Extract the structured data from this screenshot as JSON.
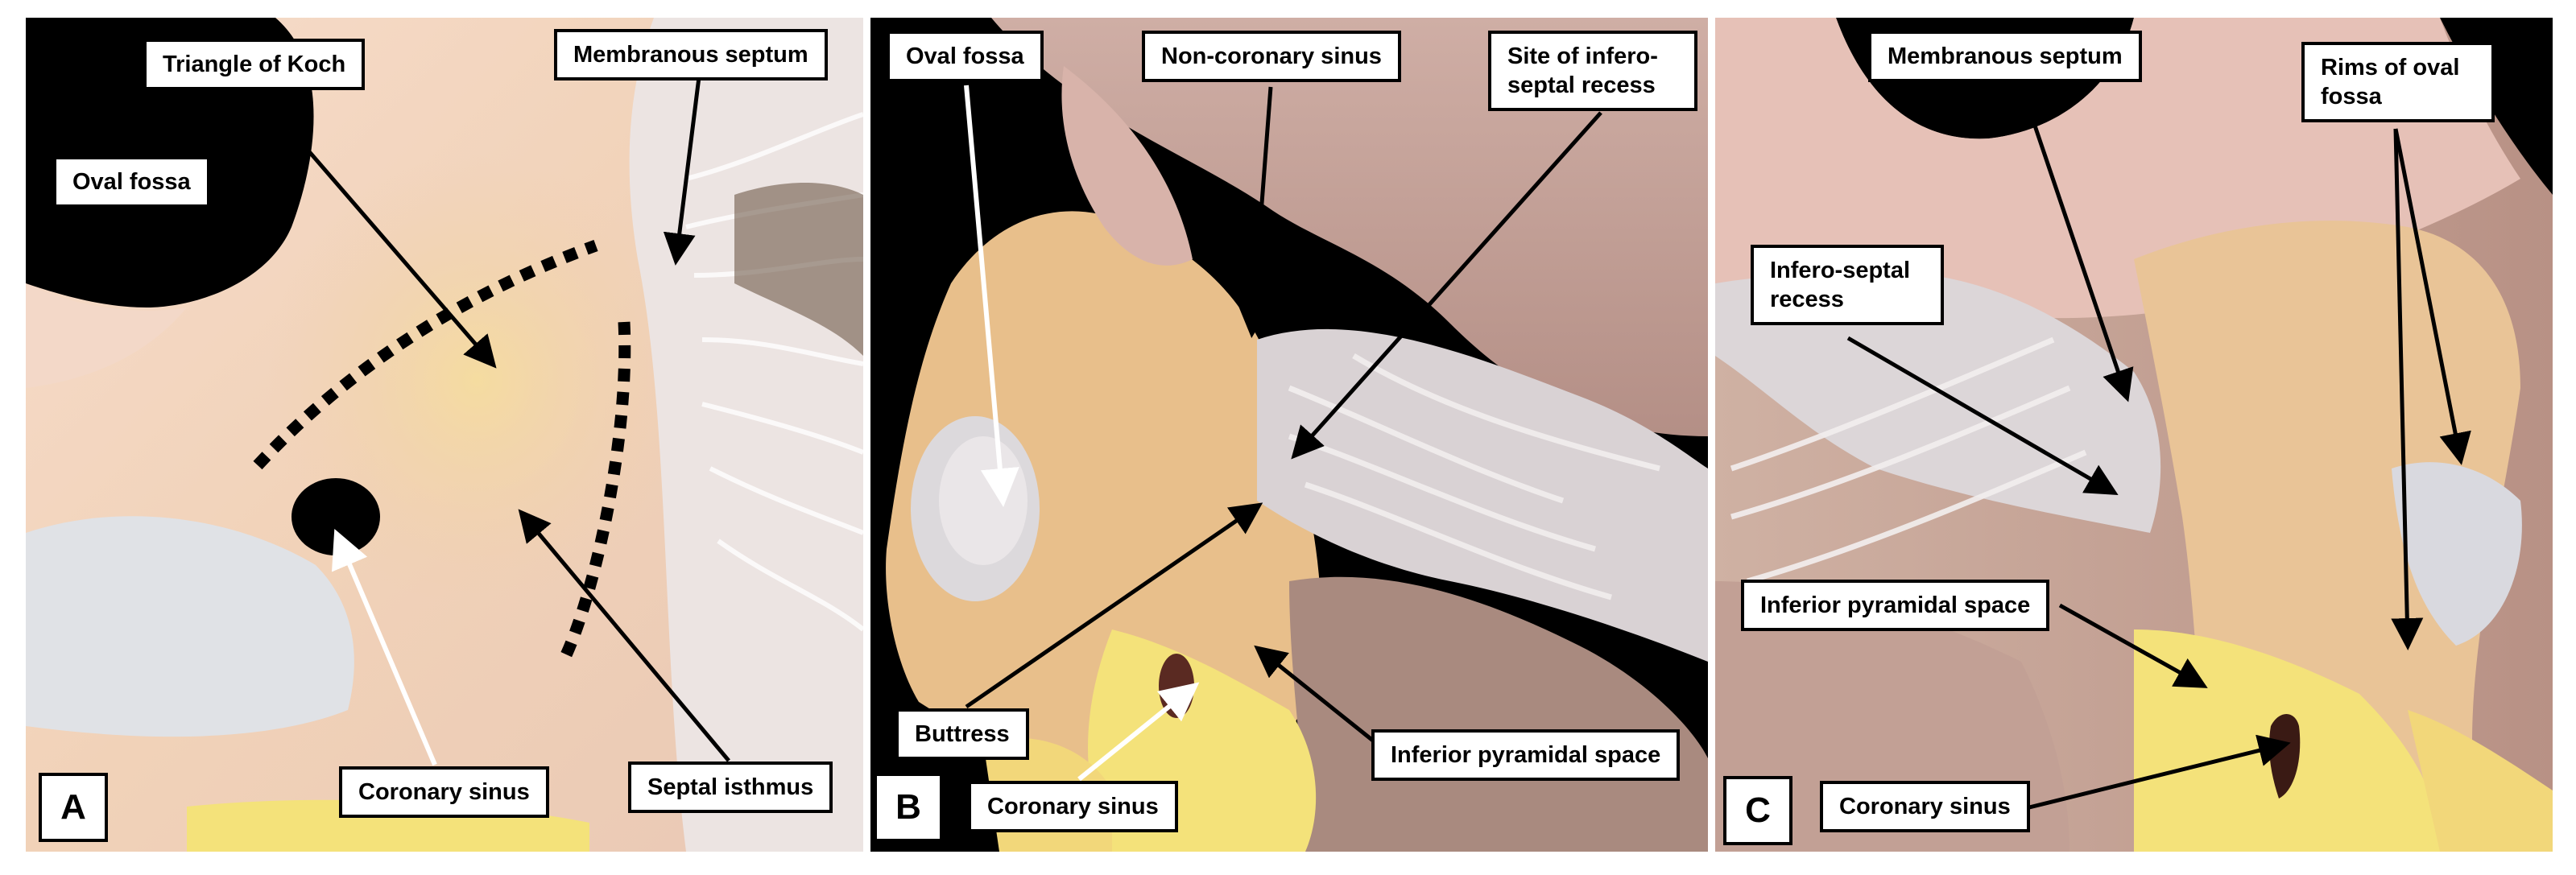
{
  "panels": {
    "a": {
      "letter": "A",
      "labels": {
        "triangle_of_koch": "Triangle of Koch",
        "membranous_septum": "Membranous septum",
        "oval_fossa": "Oval fossa",
        "coronary_sinus": "Coronary sinus",
        "septal_isthmus": "Septal isthmus"
      }
    },
    "b": {
      "letter": "B",
      "labels": {
        "oval_fossa": "Oval fossa",
        "non_coronary_sinus": "Non-coronary sinus",
        "site_infero_septal_recess_line1": "Site of infero-",
        "site_infero_septal_recess_line2": "septal recess",
        "buttress": "Buttress",
        "coronary_sinus": "Coronary sinus",
        "inferior_pyramidal_space": "Inferior pyramidal space"
      }
    },
    "c": {
      "letter": "C",
      "labels": {
        "membranous_septum": "Membranous septum",
        "rims_of_oval_fossa_line1": "Rims of oval",
        "rims_of_oval_fossa_line2": "fossa",
        "infero_septal_recess_line1": "Infero-septal",
        "infero_septal_recess_line2": "recess",
        "inferior_pyramidal_space": "Inferior pyramidal space",
        "coronary_sinus": "Coronary sinus"
      }
    }
  },
  "colors": {
    "background": "#ffffff",
    "label_border": "#000000",
    "arrow_black": "#000000",
    "arrow_white": "#ffffff",
    "tissue_pale": "#f2d3c4",
    "tissue_yellow": "#f0d98a",
    "fat_yellow": "#f4e27a",
    "cavity_black": "#000000"
  }
}
